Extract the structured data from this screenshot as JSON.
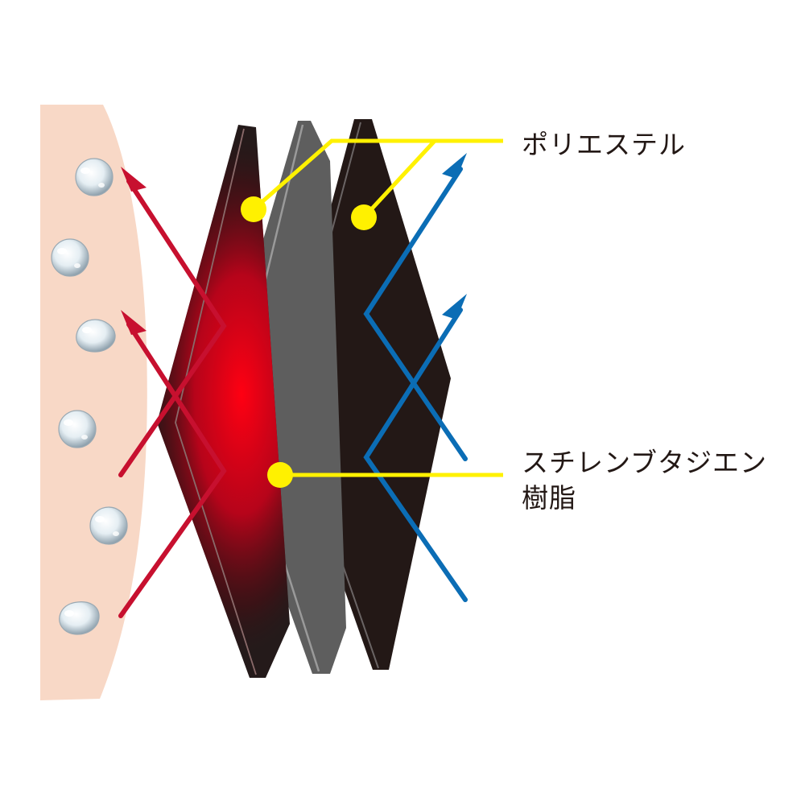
{
  "labels": {
    "polyester": "ポリエステル",
    "sbr_line1": "スチレンブタジエン",
    "sbr_line2": "樹脂"
  },
  "colors": {
    "skin": "#f8d8c6",
    "red_arrow": "#c7102f",
    "blue_arrow": "#0b6db5",
    "leader_yellow": "#fff100",
    "inner_layer": "#241a1a",
    "middle_layer": "#5e5e5e",
    "outer_layer": "#231816",
    "heat_glow": "#e4001a"
  },
  "icons": {
    "droplets": "water-droplet-icon",
    "heat_arrows": "heat-arrow-icon",
    "cold_arrows": "cold-arrow-icon"
  }
}
